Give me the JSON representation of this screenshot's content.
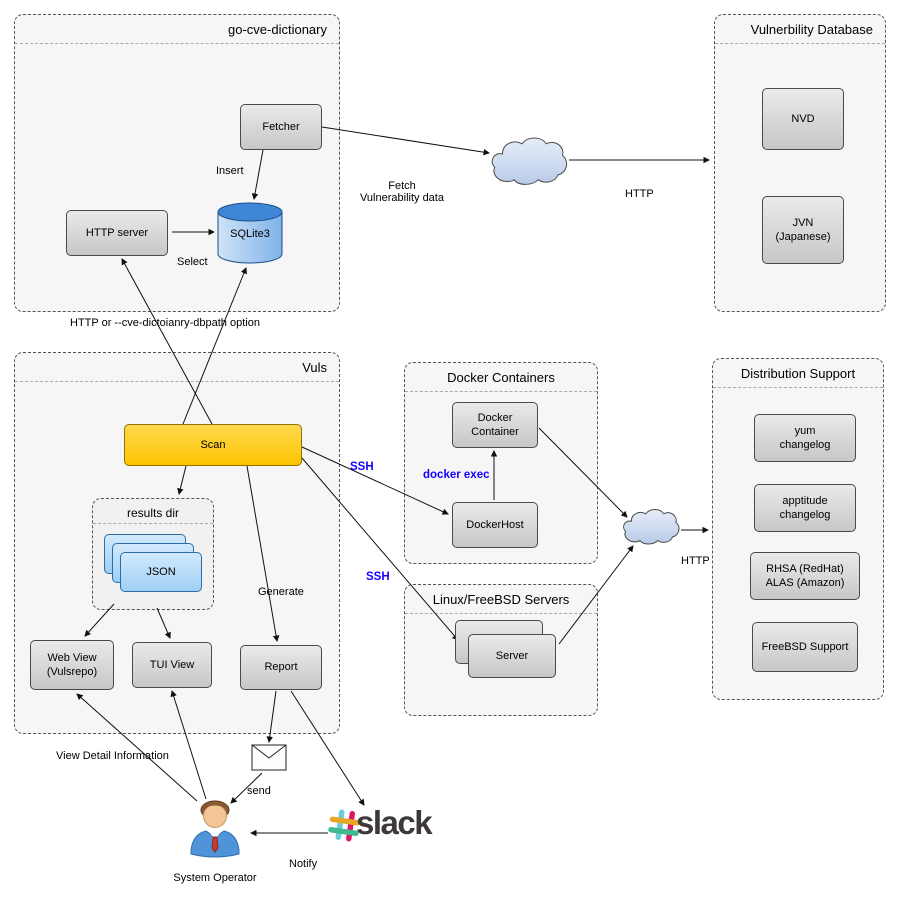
{
  "containers": {
    "go_cve_dictionary": "go-cve-dictionary",
    "vulnerability_database": "Vulnerbility Database",
    "vuls": "Vuls",
    "docker_containers": "Docker Containers",
    "linux_freebsd_servers": "Linux/FreeBSD Servers",
    "distribution_support": "Distribution Support",
    "results_dir": "results dir"
  },
  "nodes": {
    "fetcher": "Fetcher",
    "http_server": "HTTP server",
    "sqlite3": "SQLite3",
    "nvd": "NVD",
    "jvn": "JVN\n(Japanese)",
    "scan": "Scan",
    "json": "JSON",
    "web_view": "Web View\n(Vulsrepo)",
    "tui_view": "TUI View",
    "report": "Report",
    "docker_container": "Docker\nContainer",
    "docker_host": "DockerHost",
    "server": "Server",
    "yum_changelog": "yum\nchangelog",
    "apptitude_changelog": "apptitude\nchangelog",
    "rhsa_alas": "RHSA (RedHat)\nALAS (Amazon)",
    "freebsd_support": "FreeBSD Support"
  },
  "edge_labels": {
    "insert": "Insert",
    "select": "Select",
    "fetch_vuln_data": "Fetch\nVulnerability data",
    "http_fetch": "HTTP",
    "dict_access": "HTTP or --cve-dictoianry-dbpath option",
    "ssh_docker": "SSH",
    "docker_exec": "docker exec",
    "ssh_server": "SSH",
    "http_dist": "HTTP",
    "generate": "Generate",
    "view_detail": "View Detail Information",
    "send": "send",
    "notify": "Notify"
  },
  "actors": {
    "system_operator": "System Operator",
    "slack": "slack"
  },
  "colors": {
    "scan_fill": "#fdc500",
    "json_fill": "#9ecff5",
    "cylinder_fill": "#3f87d6",
    "blue_label": "#1500ff",
    "slack_hash": [
      "#6ECADC",
      "#E01563",
      "#E8A723",
      "#3EB991"
    ],
    "cloud_fill": "#c9d7ef"
  }
}
